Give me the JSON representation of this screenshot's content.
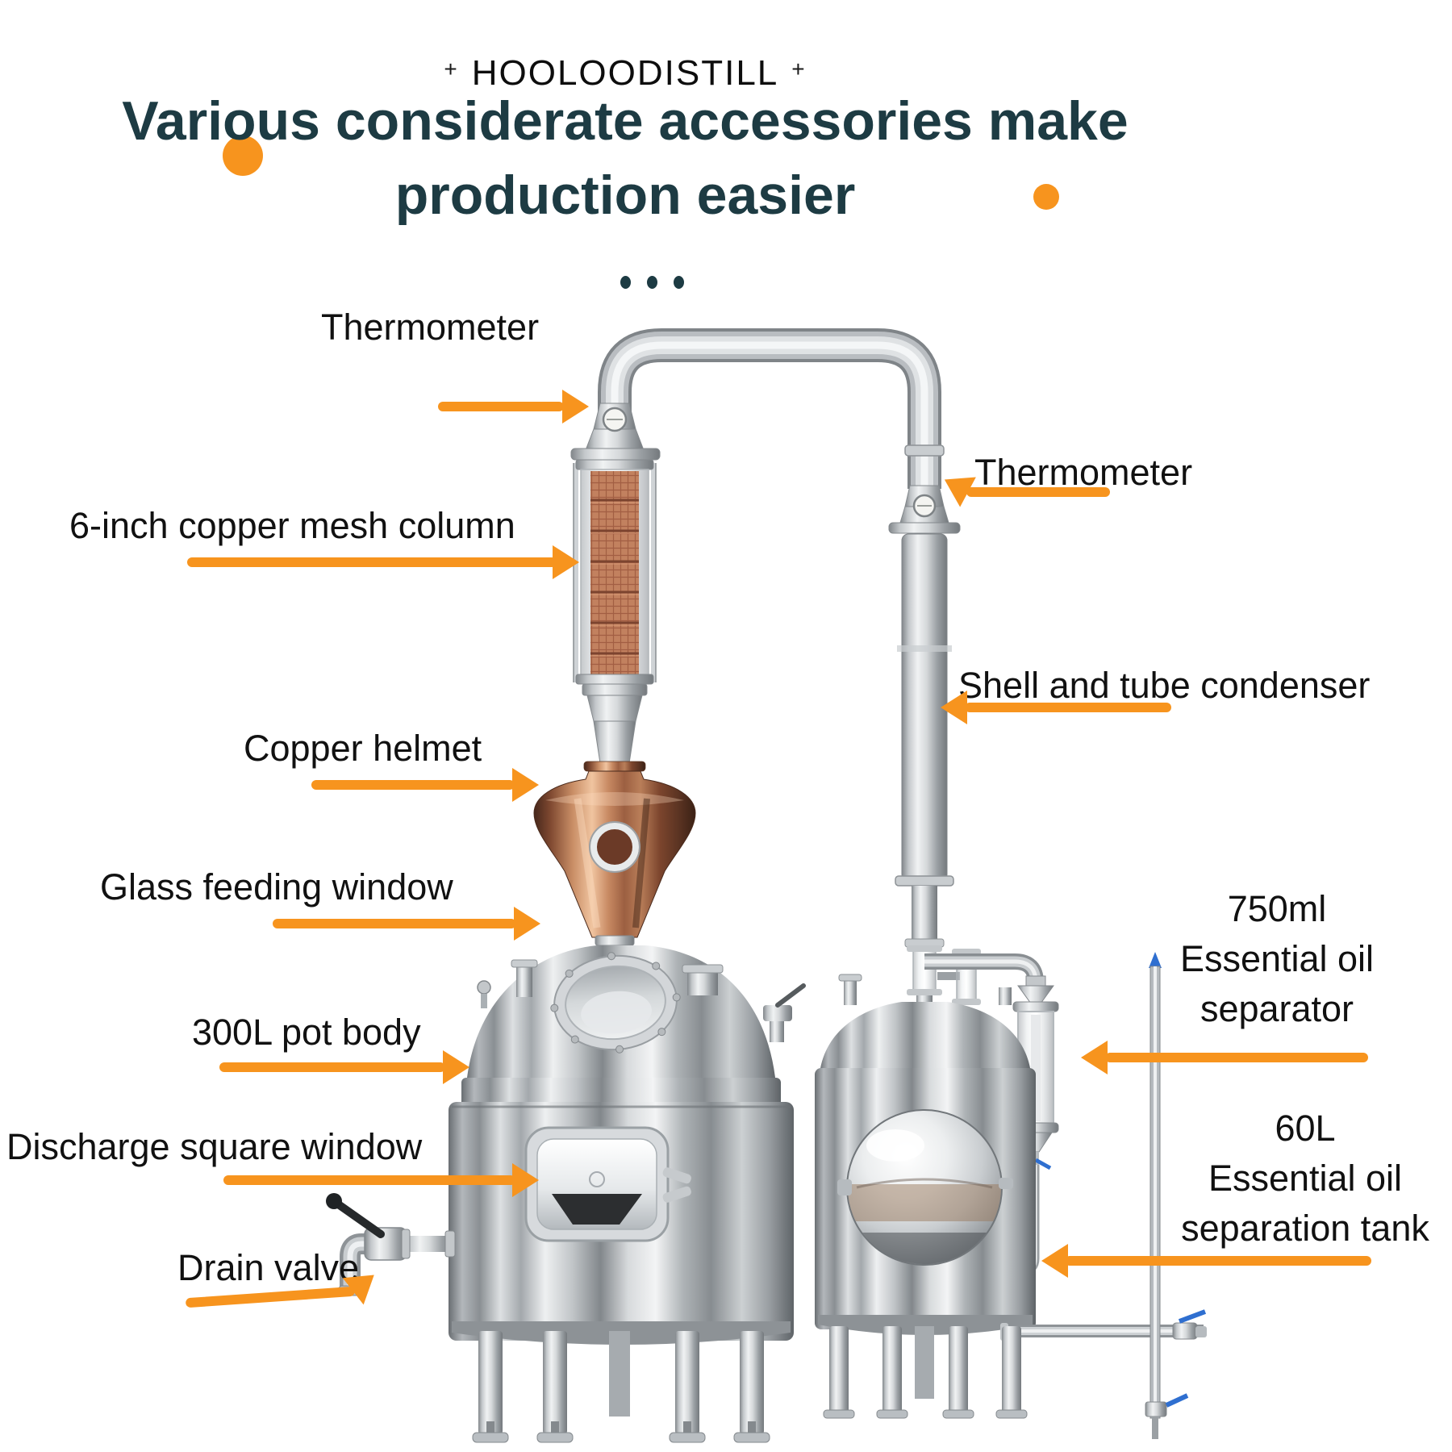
{
  "brand": {
    "plus_left": "+",
    "name": "HOOLOODISTILL",
    "plus_right": "+"
  },
  "title": "Various considerate accessories make production easier",
  "labels": {
    "thermometer_left": "Thermometer",
    "mesh_column": "6-inch copper mesh column",
    "copper_helmet": "Copper helmet",
    "glass_window": "Glass feeding window",
    "pot_body": "300L pot body",
    "discharge_window": "Discharge square window",
    "drain_valve": "Drain valve",
    "thermometer_right": "Thermometer",
    "condenser": "Shell and tube condenser",
    "separator": {
      "line1": "750ml",
      "line2": "Essential oil",
      "line3": "separator"
    },
    "separation_tank": {
      "line1": "60L",
      "line2": "Essential oil",
      "line3": "separation tank"
    }
  },
  "colors": {
    "accent_orange": "#F7941E",
    "title_text": "#1D3B43",
    "label_text": "#111111",
    "copper": "#8A5138",
    "steel": "#C9CDD0",
    "valve_blue": "#2F6FD0"
  }
}
